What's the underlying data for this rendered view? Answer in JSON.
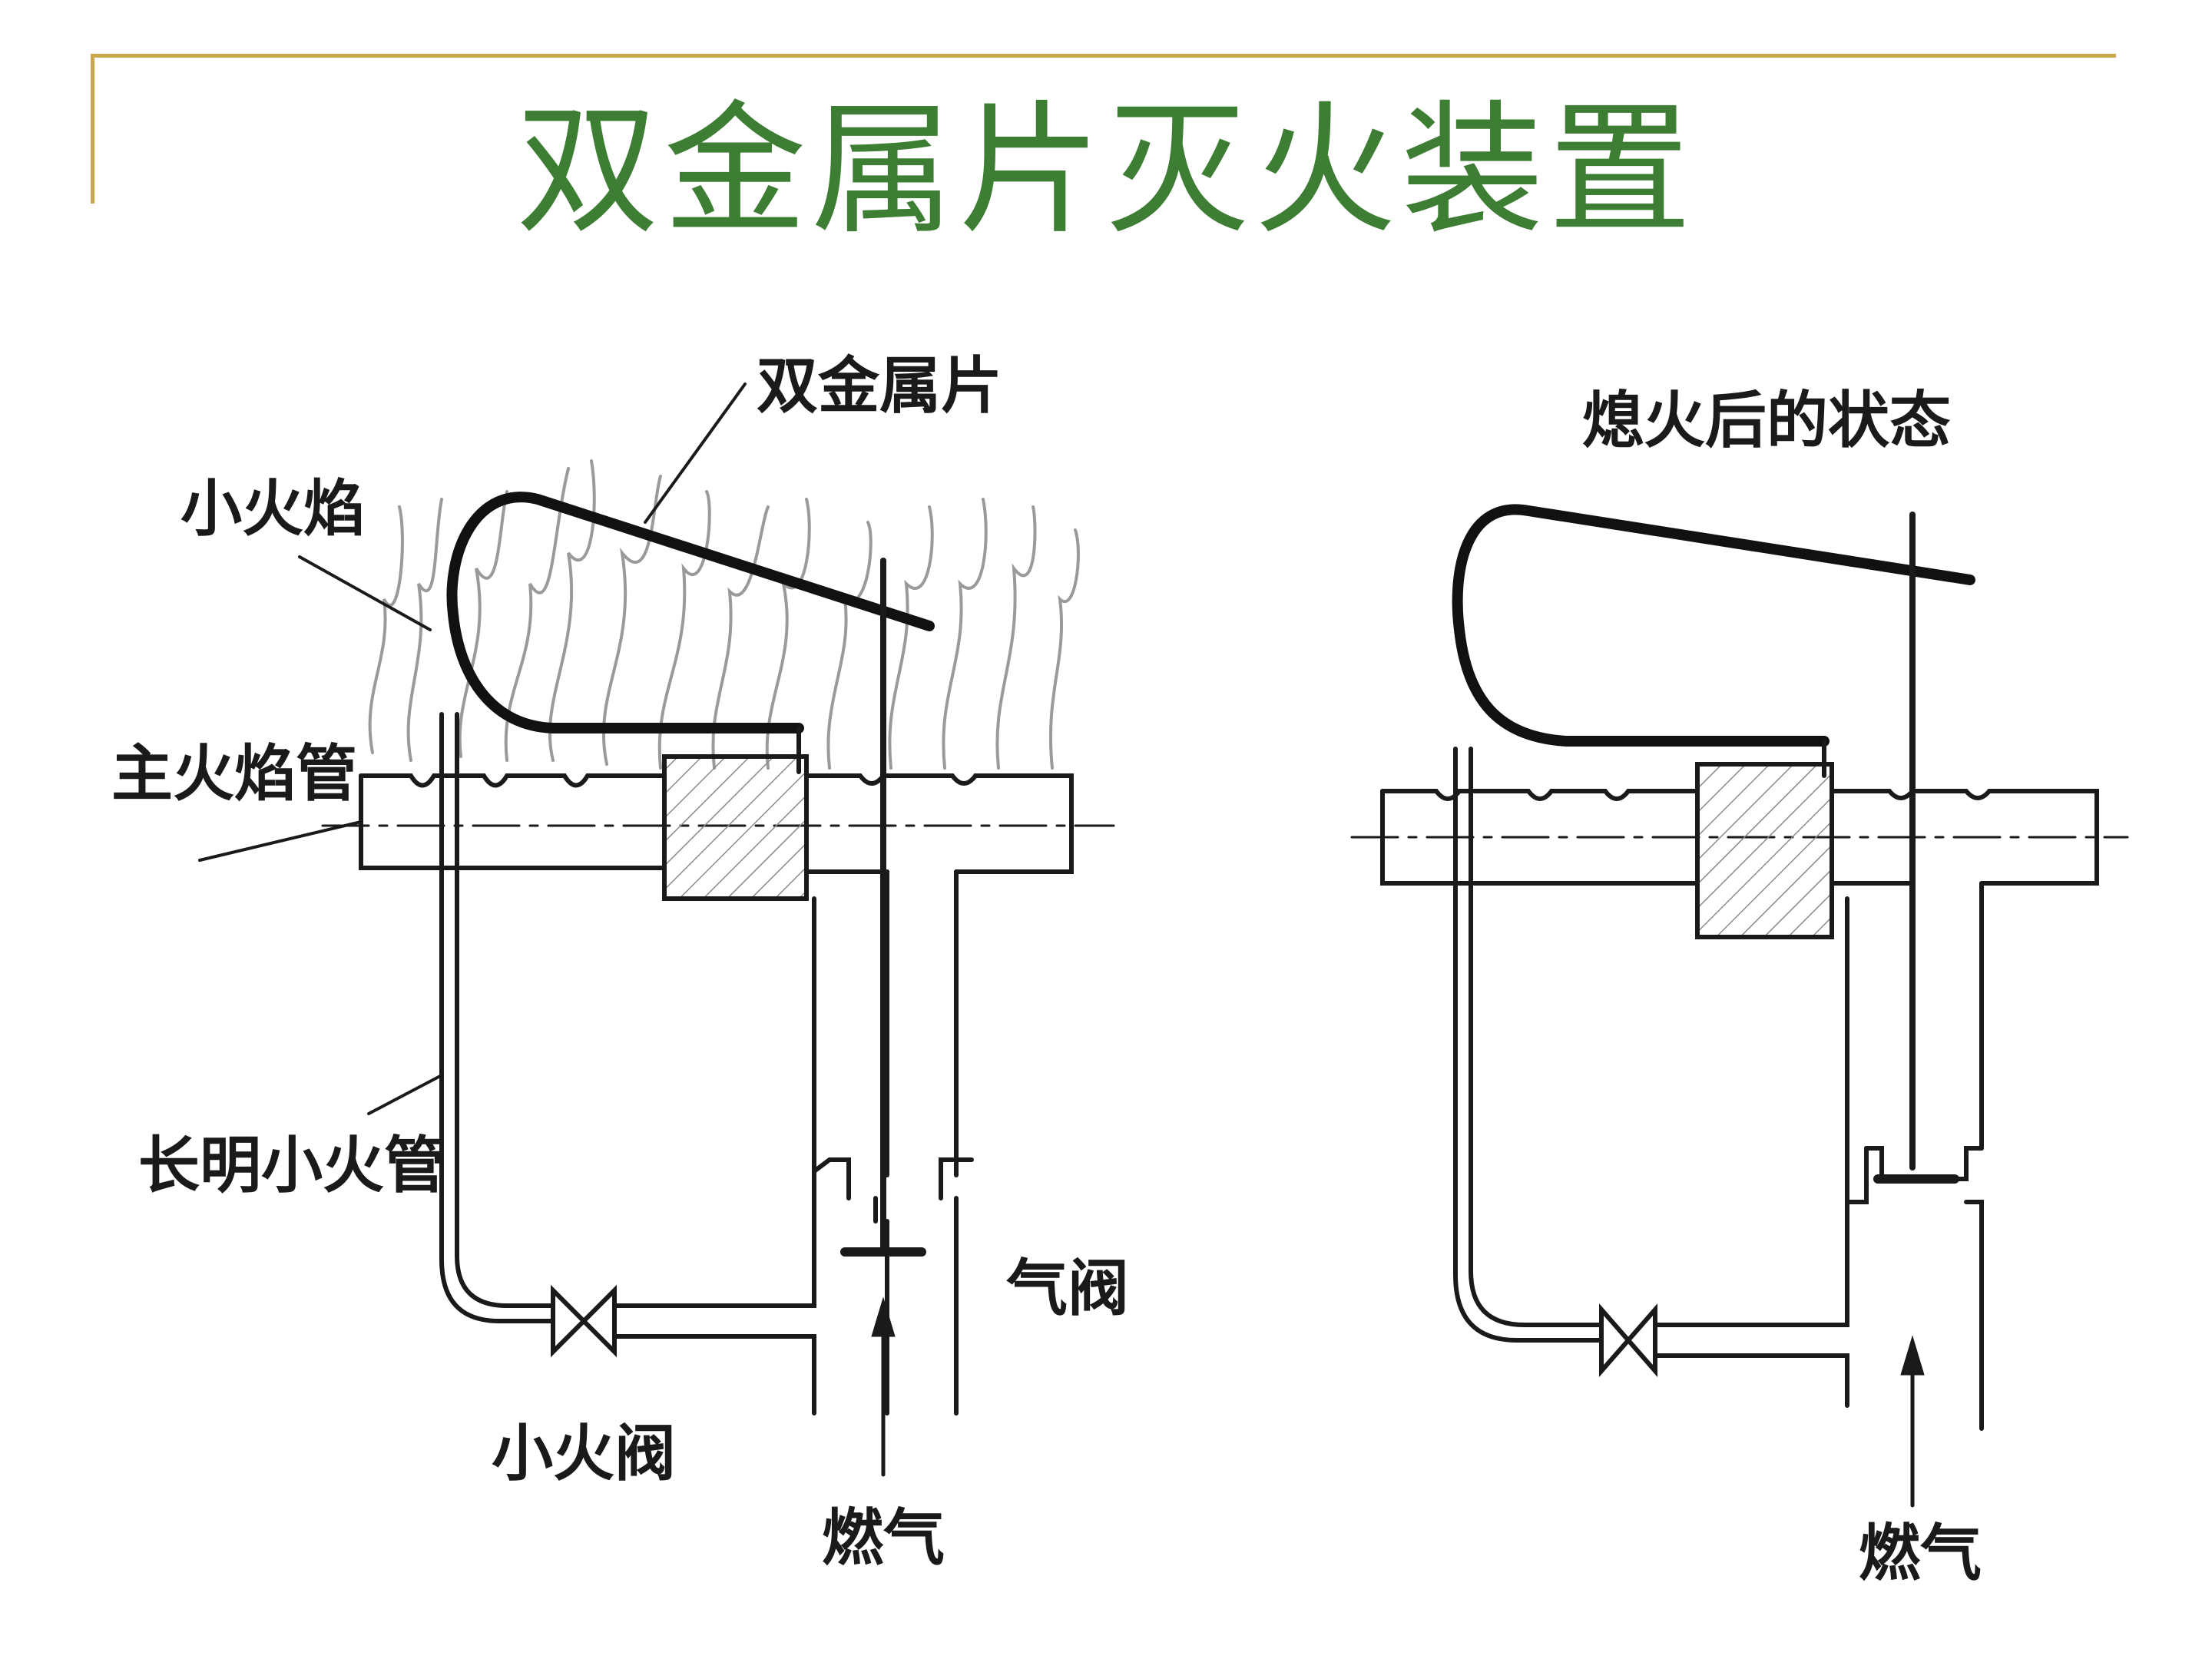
{
  "slide": {
    "title": "双金属片灭火装置"
  },
  "colors": {
    "title": "#3e7d34",
    "rule": "#c8a84a",
    "line": "#1a1a1a",
    "flame": "#9a9a9a"
  },
  "diagram_left": {
    "labels": {
      "bimetal": "双金属片",
      "small_flame": "小火焰",
      "main_burner": "主火焰管",
      "pilot_tube": "长明小火管",
      "pilot_valve": "小火阀",
      "gas_valve": "气阀",
      "gas": "燃气"
    }
  },
  "diagram_right": {
    "labels": {
      "state": "熄火后的状态",
      "gas": "燃气"
    }
  }
}
